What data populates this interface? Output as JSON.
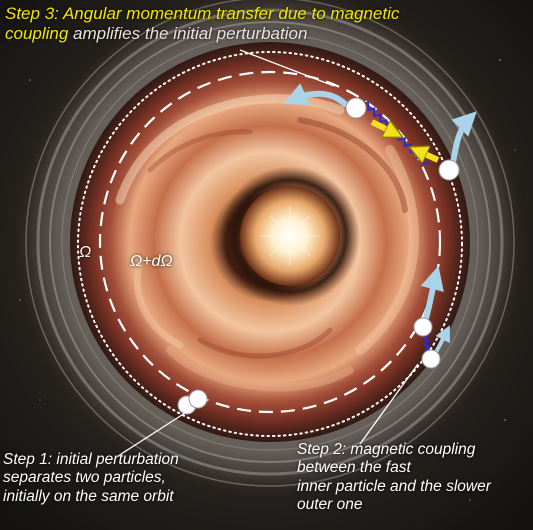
{
  "captions": {
    "step3_line1_highlight": "Step 3: Angular momentum transfer due to magnetic",
    "step3_line2_highlight": "coupling",
    "step3_line2_rest": " amplifies the initial perturbation",
    "step1_lines": [
      "Step 1: initial perturbation",
      "separates two particles,",
      "initially on the same orbit"
    ],
    "step2_lines": [
      "Step 2: magnetic coupling",
      "between the fast",
      "inner particle and the slower",
      "outer one"
    ]
  },
  "labels": {
    "omega": "Ω",
    "omega_domega": "Ω+dΩ"
  },
  "colors": {
    "highlight_text": "#f2e600",
    "caption_text": "#ffffff",
    "orbit_line": "#ffffff",
    "arrow": "#a9d3e8",
    "spring": "#2b2bd6",
    "force_arrow": "#f4e11c",
    "disk_core": "#fff6e0",
    "disk_mid": "#c9724a",
    "background": "#1a1816"
  },
  "icons": {
    "particle": "particle-circle-icon",
    "spring": "spring-coil-icon",
    "motion_arrow": "curved-arrow-icon",
    "force_arrow": "yellow-force-arrow-icon"
  }
}
